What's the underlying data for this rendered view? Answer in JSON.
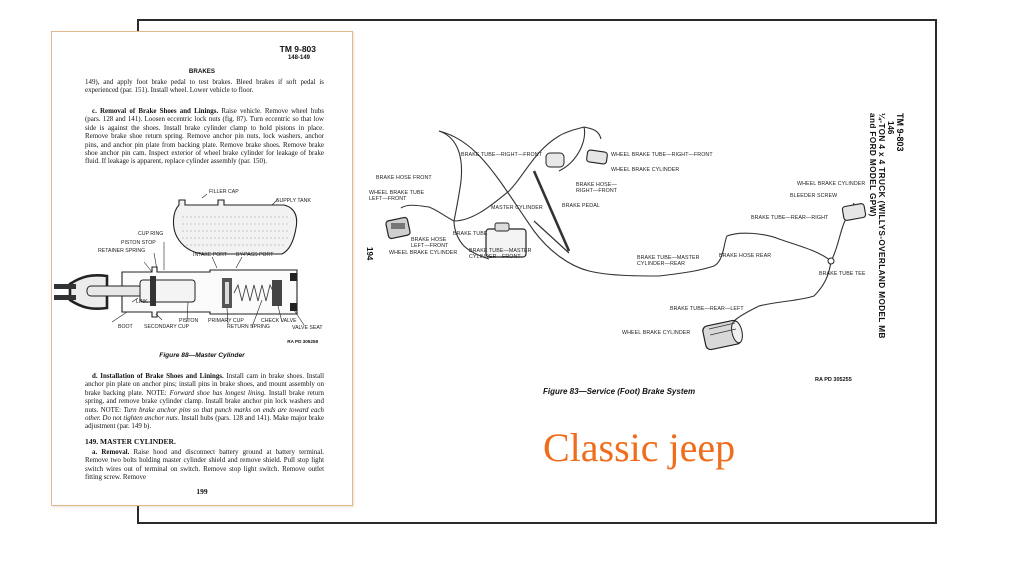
{
  "brand": {
    "text": "Classic jeep",
    "color": "#ef6d1c"
  },
  "front_page": {
    "tm_number": "TM 9-803",
    "tm_paragraphs": "148-149",
    "section_header": "BRAKES",
    "para_intro": "149), and apply foot brake pedal to test brakes. Bleed brakes if soft pedal is experienced (par. 151). Install wheel. Lower vehicle to floor.",
    "para_c": {
      "label": "c.",
      "title": "Removal of Brake Shoes and Linings.",
      "body": "Raise vehicle. Remove wheel hubs (pars. 128 and 141). Loosen eccentric lock nuts (fig. 87). Turn eccentric so that low side is against the shoes. Install brake cylinder clamp to hold pistons in place. Remove brake shoe return spring. Remove anchor pin nuts, lock washers, anchor pins, and anchor pin plate from backing plate. Remove brake shoes. Remove brake shoe anchor pin cam. Inspect exterior of wheel brake cylinder for leakage of brake fluid. If leakage is apparent, replace cylinder assembly (par. 150)."
    },
    "figure88": {
      "caption": "Figure 88—Master Cylinder",
      "ra_number": "RA PD 305258",
      "labels": {
        "filler_cap": "FILLER CAP",
        "supply_tank": "SUPPLY TANK",
        "cup_ring": "CUP RING",
        "piston_stop": "PISTON STOP",
        "retainer_spring": "RETAINER SPRING",
        "intake_port": "INTAKE PORT",
        "bypass_port": "BY-PASS PORT",
        "link": "LINK",
        "boot": "BOOT",
        "secondary_cup": "SECONDARY CUP",
        "piston": "PISTON",
        "primary_cup": "PRIMARY CUP",
        "return_spring": "RETURN SPRING",
        "check_valve": "CHECK VALVE",
        "valve_seat": "VALVE SEAT"
      }
    },
    "para_d": {
      "label": "d.",
      "title": "Installation of Brake Shoes and Linings.",
      "body1": "Install cam in brake shoes. Install anchor pin plate on anchor pins; install pins in brake shoes, and mount assembly on brake backing plate. NOTE:",
      "italic1": "Forward shoe has longest lining.",
      "body2": "Install brake return spring, and remove brake cylinder clamp. Install brake anchor pin lock washers and nuts. NOTE:",
      "italic2": "Turn brake anchor pins so that punch marks on ends are toward each other. Do not tighten anchor nuts.",
      "body3": "Install hubs (pars. 128 and 141). Make major brake adjustment (par. 149 b)."
    },
    "section_149_title": "149. MASTER CYLINDER.",
    "para_a": {
      "label": "a.",
      "title": "Removal.",
      "body": "Raise hood and disconnect battery ground at battery terminal. Remove two bolts holding master cylinder shield and remove shield. Pull stop light switch wires out of terminal on switch. Remove stop light switch. Remove outlet fitting screw. Remove"
    },
    "page_number": "199"
  },
  "back_page": {
    "side_header": {
      "tm_number": "TM 9-803",
      "paragraph": "146",
      "title_line1": "¼-TON 4 x 4 TRUCK (WILLYS-OVERLAND MODEL MB",
      "title_line2": "and FORD MODEL GPW)"
    },
    "page_number": "194",
    "figure83": {
      "caption": "Figure 83—Service (Foot) Brake System",
      "ra_number": "RA PD 305255",
      "labels": {
        "brake_tube_right_front": "BRAKE TUBE—RIGHT—FRONT",
        "wheel_brake_tube_right_front": "WHEEL BRAKE TUBE—RIGHT—FRONT",
        "wheel_brake_cylinder_rf": "WHEEL BRAKE CYLINDER",
        "brake_hose_right_front_1": "BRAKE HOSE—",
        "brake_hose_right_front_2": "RIGHT—FRONT",
        "brake_hose_front": "BRAKE HOSE FRONT",
        "wheel_brake_tube_left_front_1": "WHEEL BRAKE TUBE",
        "wheel_brake_tube_left_front_2": "LEFT—FRONT",
        "master_cylinder": "MASTER CYLINDER",
        "brake_pedal": "BRAKE PEDAL",
        "brake_tube": "BRAKE TUBE",
        "brake_hose_left_front_1": "BRAKE HOSE",
        "brake_hose_left_front_2": "LEFT—FRONT",
        "wheel_brake_cylinder_lf": "WHEEL BRAKE CYLINDER",
        "brake_tube_master_front_1": "BRAKE TUBE—MASTER",
        "brake_tube_master_front_2": "CYLINDER—FRONT",
        "wheel_brake_cylinder_rr": "WHEEL BRAKE CYLINDER",
        "bleeder_screw": "BLEEDER SCREW",
        "brake_tube_rear_right": "BRAKE TUBE—REAR—RIGHT",
        "brake_tube_master_rear_1": "BRAKE TUBE—MASTER",
        "brake_tube_master_rear_2": "CYLINDER—REAR",
        "brake_hose_rear": "BRAKE HOSE REAR",
        "brake_tube_tee": "BRAKE TUBE TEE",
        "brake_tube_rear_left": "BRAKE TUBE—REAR—LEFT",
        "wheel_brake_cylinder_lr": "WHEEL BRAKE CYLINDER"
      }
    }
  }
}
